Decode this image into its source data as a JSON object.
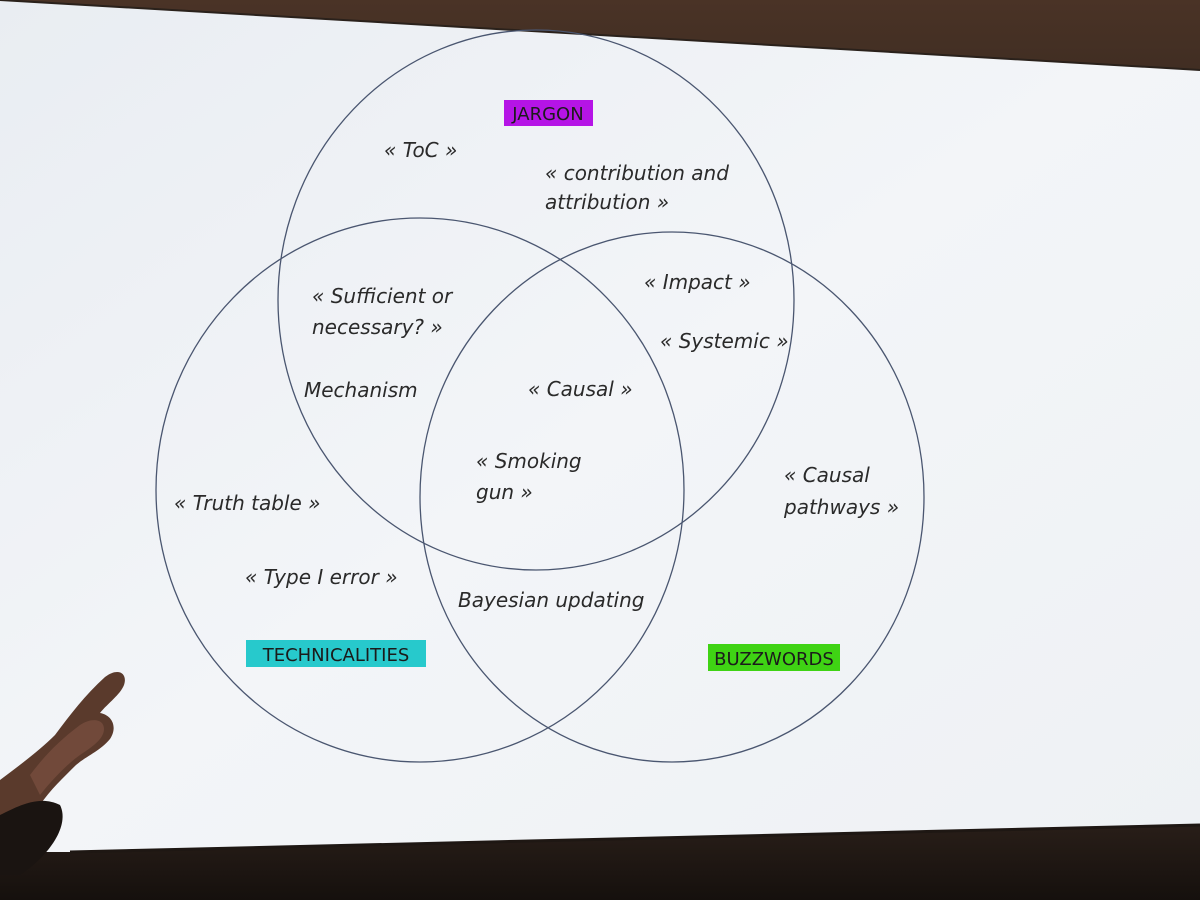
{
  "slide": {
    "categories": {
      "jargon": {
        "label": "JARGON",
        "color": "#b514e6"
      },
      "technicalities": {
        "label": "TECHNICALITIES",
        "color": "#27c9cc"
      },
      "buzzwords": {
        "label": "BUZZWORDS",
        "color": "#3fd314"
      }
    },
    "terms": {
      "toc": "« ToC »",
      "contribution_1": "« contribution and",
      "contribution_2": "attribution »",
      "sufficient_1": "« Sufficient or",
      "sufficient_2": "necessary? »",
      "mechanism": "Mechanism",
      "impact": "« Impact »",
      "systemic": "« Systemic »",
      "causal": "« Causal »",
      "smoking_1": "« Smoking",
      "smoking_2": "gun »",
      "truth_table": "« Truth table »",
      "type_error": "« Type I error »",
      "bayesian": "Bayesian updating",
      "causal_path_1": "« Causal",
      "causal_path_2": "pathways »"
    }
  }
}
